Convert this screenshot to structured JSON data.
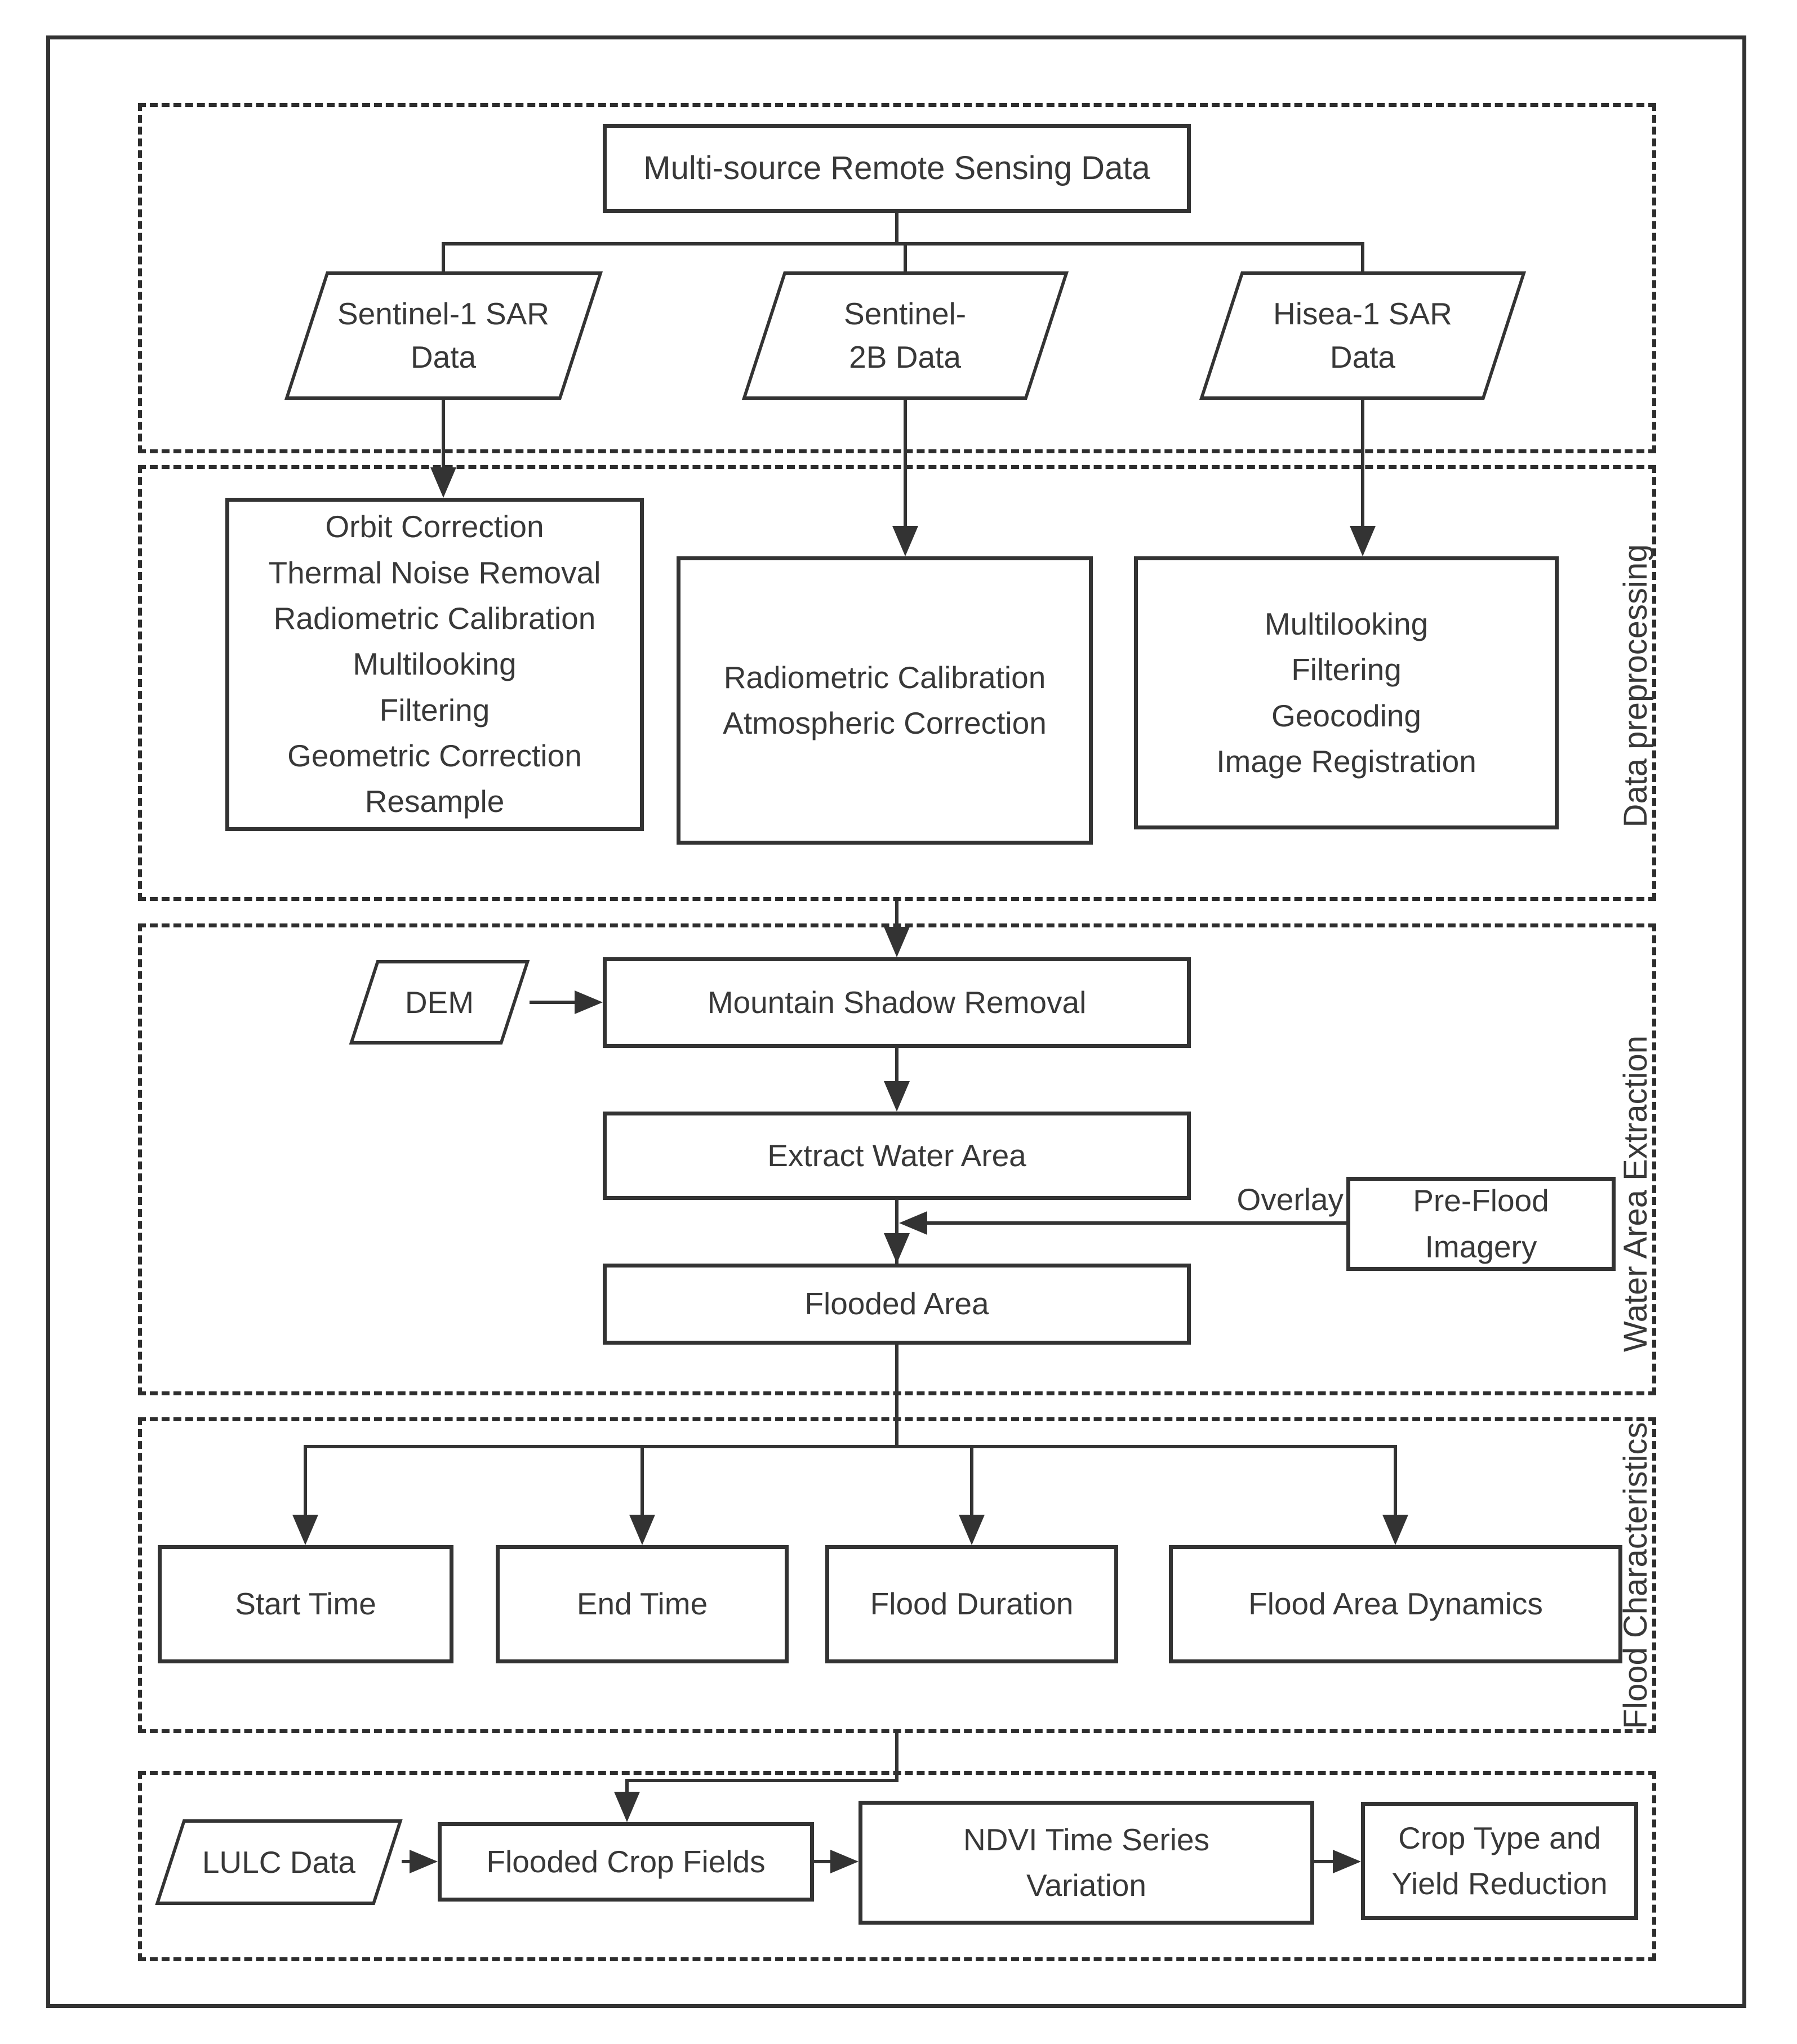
{
  "colors": {
    "line": "#333333",
    "text": "#383838",
    "background": "#ffffff"
  },
  "input": {
    "source": "Multi-source Remote Sensing Data",
    "datasets": [
      {
        "label": "Sentinel-1 SAR\nData"
      },
      {
        "label": "Sentinel-\n2B  Data"
      },
      {
        "label": "Hisea-1 SAR\nData"
      }
    ]
  },
  "preprocessing": {
    "side_label": "Data preprocessing",
    "boxes": [
      {
        "text": "Orbit Correction\nThermal Noise Removal\nRadiometric Calibration\nMultilooking\nFiltering\nGeometric Correction\nResample"
      },
      {
        "text": "Radiometric Calibration\nAtmospheric Correction"
      },
      {
        "text": "Multilooking\nFiltering\nGeocoding\nImage Registration"
      }
    ]
  },
  "water": {
    "side_label": "Water Area Extraction",
    "dem": "DEM",
    "mountain_shadow_removal": "Mountain Shadow Removal",
    "extract_water_area": "Extract Water Area",
    "overlay": "Overlay",
    "pre_flood_imagery": "Pre-Flood\nImagery",
    "flooded_area": "Flooded Area"
  },
  "characteristics": {
    "side_label": "Flood Characteristics",
    "boxes": [
      {
        "label": "Start Time"
      },
      {
        "label": "End Time"
      },
      {
        "label": "Flood Duration"
      },
      {
        "label": "Flood Area Dynamics"
      }
    ]
  },
  "crop_impact": {
    "lulc": "LULC Data",
    "flooded_crop_fields": "Flooded Crop Fields",
    "ndvi_variation": "NDVI Time Series\nVariation",
    "crop_type_yield": "Crop Type and\nYield Reduction"
  }
}
